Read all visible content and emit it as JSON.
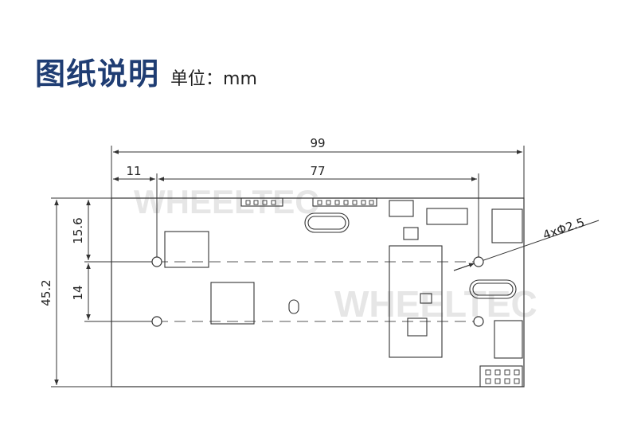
{
  "header": {
    "title": "图纸说明",
    "unit_label": "单位：mm"
  },
  "dimensions": {
    "overall_width": "99",
    "hole_spacing_x": "77",
    "hole_offset_x": "11",
    "overall_height": "45.2",
    "hole_offset_y": "15.6",
    "hole_spacing_y": "14",
    "hole_callout": "4xΦ2.5"
  },
  "watermark": "WHEELTEC",
  "colors": {
    "title": "#1f3d73",
    "line": "#333333",
    "hidden_line": "#555555"
  }
}
